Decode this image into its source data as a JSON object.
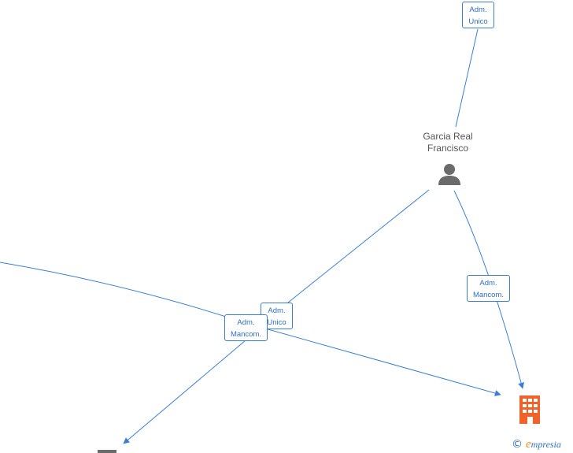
{
  "nodes": {
    "person": {
      "name_line1": "Garcia Real",
      "name_line2": "Francisco",
      "icon": "person-icon"
    },
    "company": {
      "icon": "building-icon",
      "color": "#f0622a"
    }
  },
  "edge_labels": [
    {
      "line1": "Adm.",
      "line2": "Unico"
    },
    {
      "line1": "Adm.",
      "line2": "Mancom."
    },
    {
      "line1": "Adm.",
      "line2": "Unico"
    },
    {
      "line1": "Adm.",
      "line2": "Mancom."
    }
  ],
  "colors": {
    "edge": "#3a7fd5",
    "person": "#6b6b6b",
    "brand_accent": "#f08a1c"
  },
  "watermark": {
    "symbol": "©",
    "brand_first": "e",
    "brand_rest": "mpresia"
  }
}
